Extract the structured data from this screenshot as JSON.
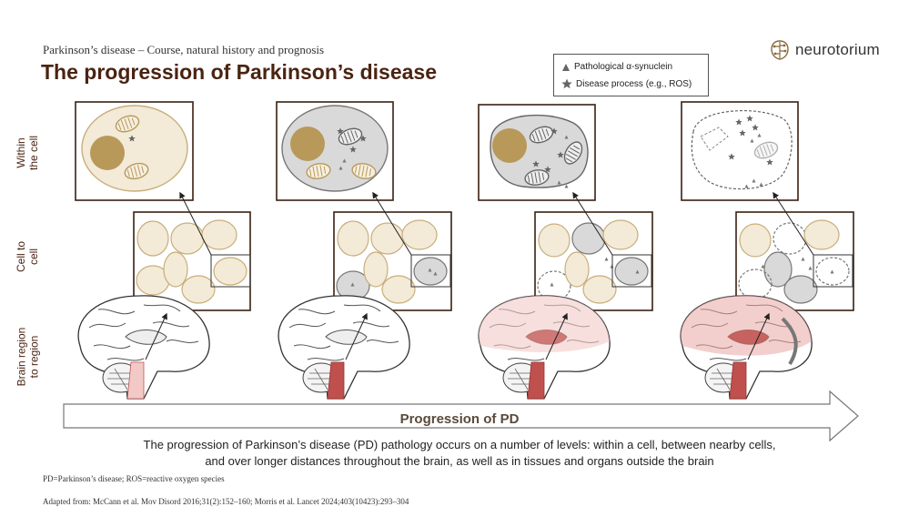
{
  "header": {
    "subtitle": "Parkinson’s disease – Course, natural history and prognosis",
    "title": "The progression of Parkinson’s disease"
  },
  "logo": {
    "text": "neurotorium",
    "icon": "brain-circuit-icon"
  },
  "legend": {
    "items": [
      {
        "icon": "triangle-icon",
        "label": "Pathological α-synuclein"
      },
      {
        "icon": "star-icon",
        "label": "Disease process (e.g., ROS)"
      }
    ]
  },
  "row_labels": {
    "cell": [
      "Within",
      "the cell"
    ],
    "cell_to_cell": [
      "Cell to",
      "cell"
    ],
    "brain": [
      "Brain region",
      "to region"
    ]
  },
  "progression": {
    "label": "Progression of PD"
  },
  "caption": {
    "line1": "The progression of Parkinson’s disease (PD) pathology occurs on a number of levels: within a cell, between nearby cells,",
    "line2": "and over longer distances throughout the brain, as well as in tissues and organs outside the brain"
  },
  "footnote": "PD=Parkinson’s disease; ROS=reactive oxygen species",
  "reference": "Adapted from: McCann et al. Mov Disord 2016;31(2):152–160; Morris et al. Lancet 2024;403(10423):293–304",
  "colors": {
    "title": "#4a2412",
    "box_border": "#3a2010",
    "healthy_cell": "#f3ead8",
    "cell_outline": "#c8ae7a",
    "nucleus": "#b8995a",
    "diseased_cell": "#d9d9d9",
    "pathology_red": "#c0504d",
    "brain_pink": "#f2c9c6"
  }
}
